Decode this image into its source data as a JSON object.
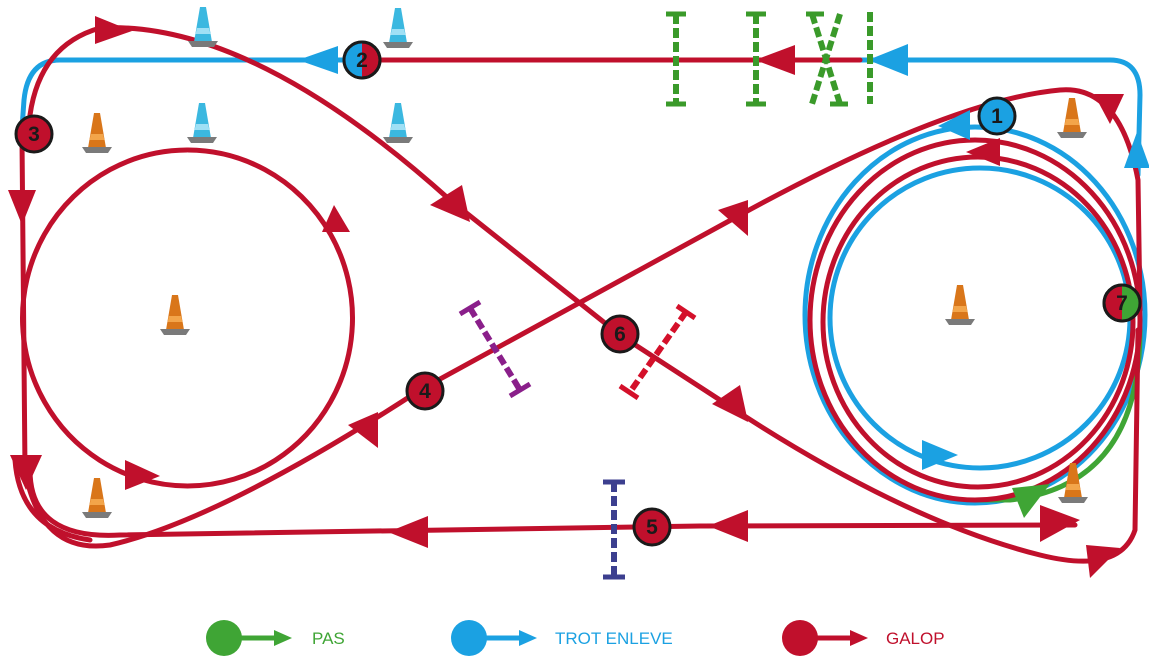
{
  "colors": {
    "pas": "#3fa535",
    "trot": "#1ba1e2",
    "galop": "#c0102c",
    "cone": "#d9761a",
    "cone_blue": "#3bb8e0",
    "pole_green": "#3a9a2a",
    "pole_purple": "#8a1f8a",
    "pole_red": "#d4102a",
    "pole_navy": "#3c3f8f"
  },
  "markers": [
    {
      "id": "1",
      "label": "1",
      "gait": "trot"
    },
    {
      "id": "2",
      "label": "2",
      "gait": "trot-galop"
    },
    {
      "id": "3",
      "label": "3",
      "gait": "galop"
    },
    {
      "id": "4",
      "label": "4",
      "gait": "galop"
    },
    {
      "id": "5",
      "label": "5",
      "gait": "galop"
    },
    {
      "id": "6",
      "label": "6",
      "gait": "galop"
    },
    {
      "id": "7",
      "label": "7",
      "gait": "galop-pas"
    }
  ],
  "legend": [
    {
      "label": "PAS",
      "gait": "pas"
    },
    {
      "label": "TROT ENLEVE",
      "gait": "trot"
    },
    {
      "label": "GALOP",
      "gait": "galop"
    }
  ],
  "icons": {
    "cone": "traffic-cone-icon",
    "pole": "ground-pole-icon",
    "arrow": "direction-arrow-icon"
  }
}
